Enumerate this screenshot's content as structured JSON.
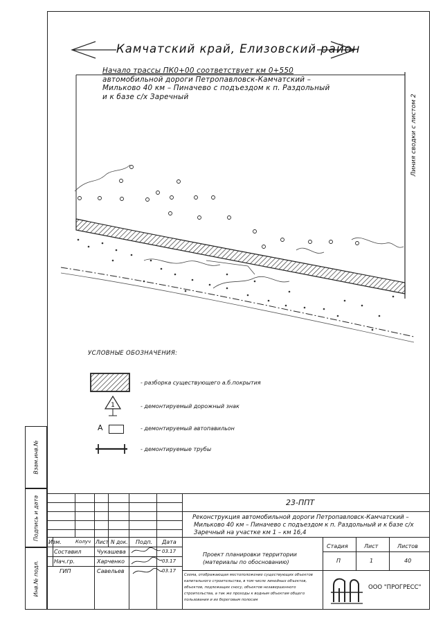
{
  "header": {
    "region": "Камчатский край, Елизовский район"
  },
  "note": {
    "lines": [
      "Начало трассы ПК0+00 соответствует км 0+550",
      "автомобильной дороги Петропавловск-Камчатский –",
      "Мильково 40 км – Пиначево с подъездом к п. Раздольный",
      "и к базе с/х Заречный"
    ]
  },
  "side_note": "Линия сводки с листом 2",
  "left_stamp": {
    "col1": "Взам.инв.№",
    "col2": "Подпись и дата",
    "col3": "Инв.№ подл."
  },
  "legend": {
    "title": "УСЛОВНЫЕ ОБОЗНАЧЕНИЯ:",
    "items": [
      {
        "label": "- разборка существующего а.б.покрытия",
        "icon": "hatched-rectangle"
      },
      {
        "label": "- демонтируемый дорожный знак",
        "icon": "road-sign"
      },
      {
        "label": "- демонтируемый автопавильон",
        "icon": "pavilion",
        "marker": "А"
      },
      {
        "label": "- демонтируемые трубы",
        "icon": "pipe"
      }
    ]
  },
  "title_block": {
    "doc_code": "23-ППТ",
    "object": [
      "Реконструкция автомобильной дороги Петропавловск-Камчатский –",
      "Мильково 40 км – Пиначево с подъездом к п. Раздольный и к базе с/х",
      "Заречный на участке км 1 – км 16,4"
    ],
    "section": [
      "Проект планировки территории",
      "(материалы по обоснованию)"
    ],
    "sheet_desc": [
      "Схема, отображающая местоположение существующих объектов",
      "капитального строительства, в том числе линейных объектов,",
      "объектов, подлежащих сносу, объектов незавершенного",
      "строительства, а так же проходы к водным объектам общего",
      "пользования и их береговым полосам"
    ],
    "headers": {
      "izm": "Изм.",
      "kol": "Колуч",
      "list": "Лист",
      "ndok": "N док.",
      "podp": "Подп.",
      "data": "Дата",
      "stadiya": "Стадия",
      "list2": "Лист",
      "listov": "Листов"
    },
    "rows": [
      {
        "role": "Составил",
        "name": "Чукашева",
        "date": "03.17"
      },
      {
        "role": "Нач.гр.",
        "name": "Харченко",
        "date": "03.17"
      },
      {
        "role": "ГИП",
        "name": "Савельев",
        "date": "03.17"
      }
    ],
    "stadiya_value": "П",
    "list_value": "1",
    "listov_value": "40",
    "company": "ООО \"ПРОГРЕСС\""
  }
}
